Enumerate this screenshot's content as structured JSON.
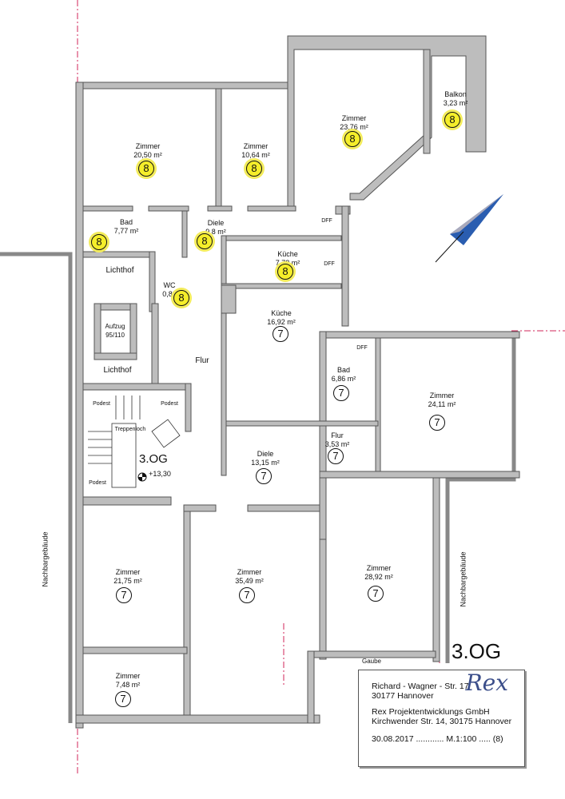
{
  "floor": "3.OG",
  "rooms": [
    {
      "name": "Zimmer",
      "area": "20,50 m²",
      "unit": "8"
    },
    {
      "name": "Zimmer",
      "area": "10,64 m²",
      "unit": "8"
    },
    {
      "name": "Zimmer",
      "area": "23,76 m²",
      "unit": "8"
    },
    {
      "name": "Balkon",
      "area": "3,23 m²",
      "unit": "8"
    },
    {
      "name": "Bad",
      "area": "7,77 m²",
      "unit": "8"
    },
    {
      "name": "Diele",
      "area": "9,8 m²",
      "unit": "8"
    },
    {
      "name": "Küche",
      "area": "7,78 m²",
      "unit": "8"
    },
    {
      "name": "WC",
      "area": "0,88",
      "unit": "8"
    },
    {
      "name": "Küche",
      "area": "16,92 m²",
      "unit": "7"
    },
    {
      "name": "Bad",
      "area": "6,86 m²",
      "unit": "7"
    },
    {
      "name": "Zimmer",
      "area": "24,11 m²",
      "unit": "7"
    },
    {
      "name": "Flur",
      "area": "3,53 m²",
      "unit": "7"
    },
    {
      "name": "Diele",
      "area": "13,15 m²",
      "unit": "7"
    },
    {
      "name": "Zimmer",
      "area": "21,75 m²",
      "unit": "7"
    },
    {
      "name": "Zimmer",
      "area": "35,49 m²",
      "unit": "7"
    },
    {
      "name": "Zimmer",
      "area": "28,92 m²",
      "unit": "7"
    },
    {
      "name": "Zimmer",
      "area": "7,48 m²",
      "unit": "7"
    }
  ],
  "labels": {
    "lichthof": "Lichthof",
    "aufzug": "Aufzug",
    "aufzug_size": "95/110",
    "flur": "Flur",
    "podest": "Podest",
    "treppenloch": "Treppenloch",
    "level": "+13,30",
    "dff": "DFF",
    "gaube": "Gaube",
    "nachbar": "Nachbargebäude"
  },
  "titleblock": {
    "address1": "Richard - Wagner - Str. 17",
    "address2": "30177 Hannover",
    "company": "Rex Projektentwicklungs GmbH",
    "company_address": "Kirchwender Str. 14, 30175 Hannover",
    "footer": "30.08.2017 ............ M.1:100  ..... (8)",
    "logo": "Rex"
  },
  "colors": {
    "wall": "#9a9a9a",
    "highlight": "#f5ee2a",
    "property_line": "#d0245a",
    "north": "#2a5db0"
  }
}
